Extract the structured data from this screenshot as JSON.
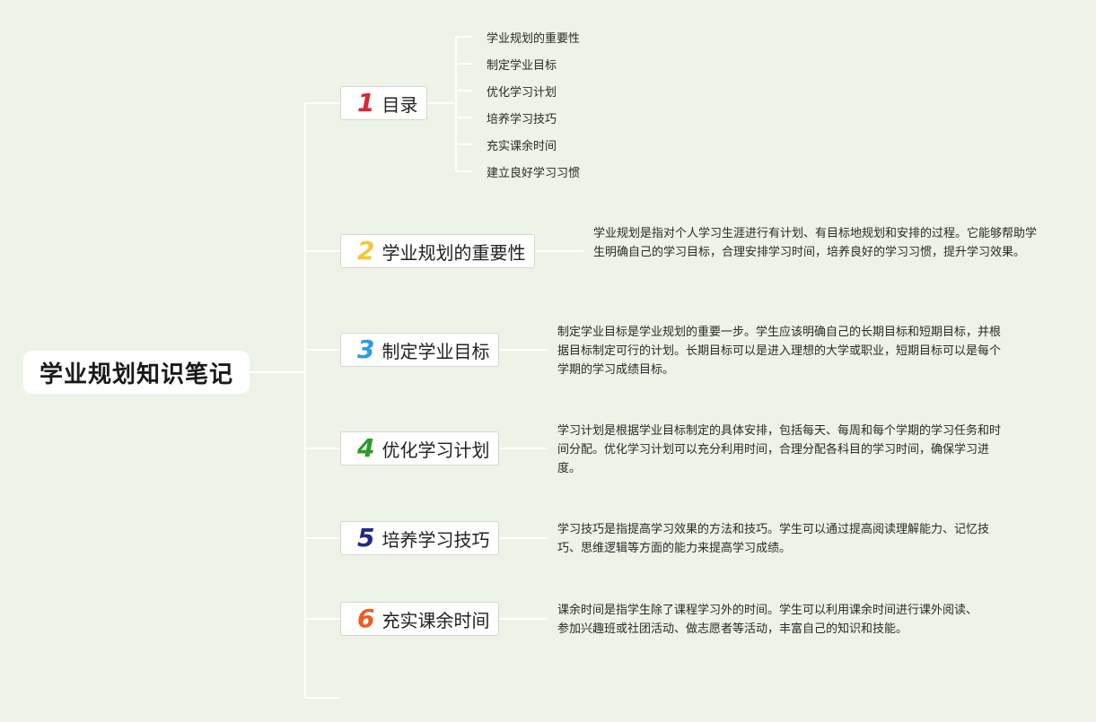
{
  "root": {
    "title": "学业规划知识笔记"
  },
  "topics": [
    {
      "number": "1",
      "label": "目录",
      "number_color": "#e0262f",
      "children": [
        "学业规划的重要性",
        "制定学业目标",
        "优化学习计划",
        "培养学习技巧",
        "充实课余时间",
        "建立良好学习习惯"
      ]
    },
    {
      "number": "2",
      "label": "学业规划的重要性",
      "number_color": "#f3c63a",
      "description": "学业规划是指对个人学习生涯进行有计划、有目标地规划和安排的过程。它能够帮助学生明确自己的学习目标，合理安排学习时间，培养良好的学习习惯，提升学习效果。"
    },
    {
      "number": "3",
      "label": "制定学业目标",
      "number_color": "#2f9be0",
      "description": "制定学业目标是学业规划的重要一步。学生应该明确自己的长期目标和短期目标，并根据目标制定可行的计划。长期目标可以是进入理想的大学或职业，短期目标可以是每个学期的学习成绩目标。"
    },
    {
      "number": "4",
      "label": "优化学习计划",
      "number_color": "#2e9a2a",
      "description": "学习计划是根据学业目标制定的具体安排，包括每天、每周和每个学期的学习任务和时间分配。优化学习计划可以充分利用时间，合理分配各科目的学习时间，确保学习进度。"
    },
    {
      "number": "5",
      "label": "培养学习技巧",
      "number_color": "#1f2a86",
      "description": "学习技巧是指提高学习效果的方法和技巧。学生可以通过提高阅读理解能力、记忆技巧、思维逻辑等方面的能力来提高学习成绩。"
    },
    {
      "number": "6",
      "label": "充实课余时间",
      "number_color": "#f05a22",
      "description": "课余时间是指学生除了课程学习外的时间。学生可以利用课余时间进行课外阅读、参加兴趣班或社团活动、做志愿者等活动，丰富自己的知识和技能。"
    }
  ],
  "colors": {
    "background": "#edf3e6",
    "connector": "#ffffff"
  }
}
